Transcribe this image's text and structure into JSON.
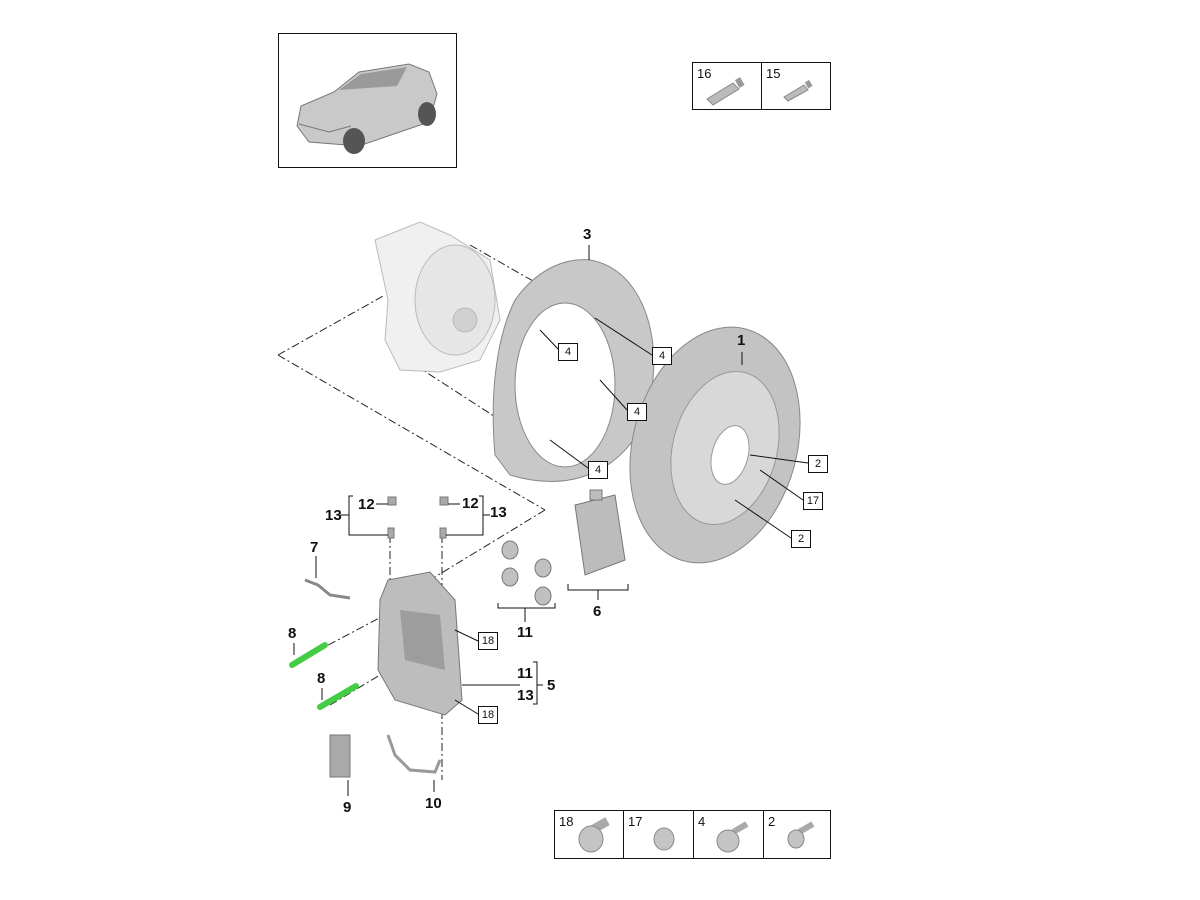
{
  "header_box": {
    "cells": [
      {
        "label": "16",
        "item": "grease-tube"
      },
      {
        "label": "15",
        "item": "paste-tube"
      }
    ]
  },
  "footer_box": {
    "cells": [
      {
        "label": "18",
        "item": "flange-bolt"
      },
      {
        "label": "17",
        "item": "plug"
      },
      {
        "label": "4",
        "item": "torx-screw"
      },
      {
        "label": "2",
        "item": "countersunk-screw"
      }
    ]
  },
  "callouts": {
    "disc": "1",
    "shield": "3",
    "caliper": "5",
    "pads": "6",
    "wear_sensor": "7",
    "bolt_a": "8",
    "bolt_b": "8",
    "spring": "9",
    "brake_line": "10",
    "seals": "11",
    "caliper_11": "11",
    "caliper_13": "13",
    "bleed_left_12": "12",
    "bleed_left_13": "13",
    "bleed_right_12": "12",
    "bleed_right_13": "13",
    "shield_screw_a": "4",
    "shield_screw_b": "4",
    "shield_screw_c": "4",
    "shield_screw_d": "4",
    "disc_screw_a": "2",
    "disc_screw_b": "2",
    "disc_plug": "17",
    "caliper_bolt_a": "18",
    "caliper_bolt_b": "18"
  }
}
